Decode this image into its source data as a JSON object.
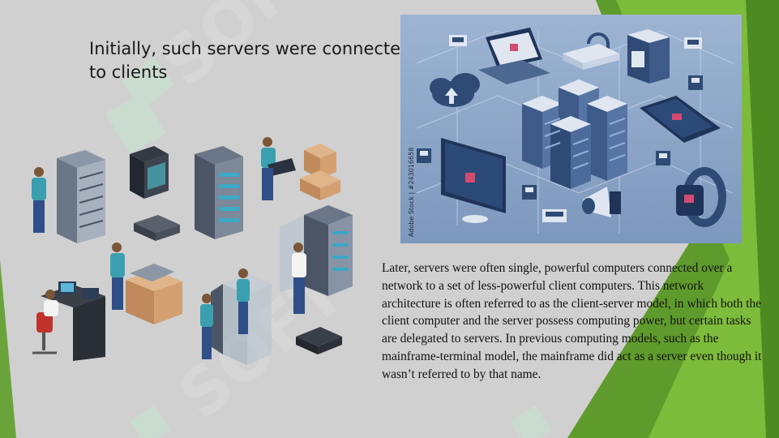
{
  "slide": {
    "heading": "Initially, such servers were connected\nto clients",
    "body": "Later, servers were often single, powerful computers connected over a network to a set of less-powerful client computers. This network architecture is often referred to as the client-server model, in which both the client computer and the server possess computing power, but certain tasks are delegated to servers. In previous computing models, such as the mainframe-terminal model, the mainframe did act as a server even though it wasn’t referred to by that name.",
    "photo_credit": "Adobe Stock | #243016658",
    "watermark": "SOFT"
  },
  "colors": {
    "background": "#d0d0d0",
    "accent_green": "#6aa33a",
    "photo_blue": "#8aa4c6",
    "server_gray": "#5d6e85"
  },
  "icons": [
    "cloud-icon",
    "laptop-icon",
    "padlock-icon",
    "server-rack-icon",
    "monitor-icon",
    "phone-icon",
    "megaphone-icon",
    "smartwatch-icon",
    "person-icon",
    "box-icon",
    "office-chair-icon"
  ]
}
